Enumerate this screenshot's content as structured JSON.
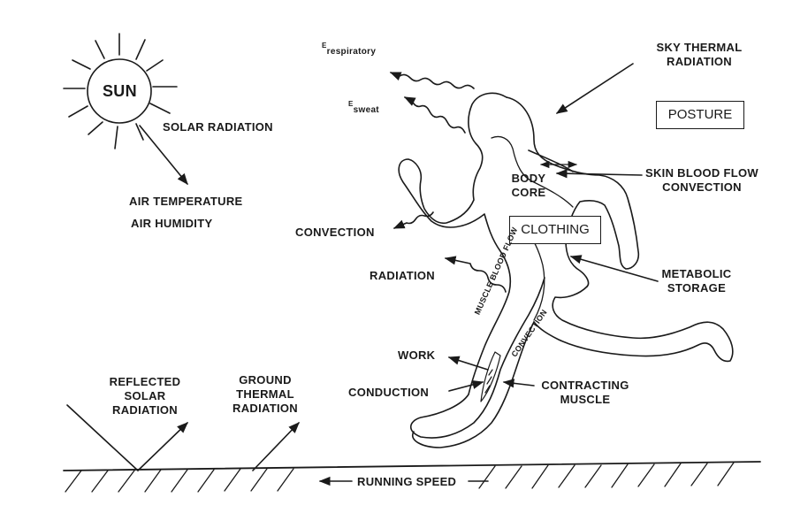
{
  "sun": {
    "label": "SUN"
  },
  "labels": {
    "solar_radiation": "SOLAR RADIATION",
    "air_temperature": "AIR TEMPERATURE",
    "air_humidity": "AIR HUMIDITY",
    "e_respiratory_main": "E",
    "e_respiratory_sub": "respiratory",
    "e_sweat_main": "E",
    "e_sweat_sub": "sweat",
    "sky_thermal_line1": "SKY THERMAL",
    "sky_thermal_line2": "RADIATION",
    "posture": "POSTURE",
    "body_core_line1": "BODY",
    "body_core_line2": "CORE",
    "skin_blood_flow_line1": "SKIN BLOOD FLOW",
    "skin_blood_flow_line2": "CONVECTION",
    "convection": "CONVECTION",
    "clothing": "CLOTHING",
    "metabolic_line1": "METABOLIC",
    "metabolic_line2": "STORAGE",
    "radiation": "RADIATION",
    "muscle_blood_flow": "MUSCLE BLOOD FLOW",
    "convection_leg": "CONVECTION",
    "work": "WORK",
    "conduction": "CONDUCTION",
    "contracting_line1": "CONTRACTING",
    "contracting_line2": "MUSCLE",
    "reflected_line1": "REFLECTED",
    "reflected_line2": "SOLAR",
    "reflected_line3": "RADIATION",
    "ground_line1": "GROUND",
    "ground_line2": "THERMAL",
    "ground_line3": "RADIATION",
    "running_speed": "RUNNING SPEED"
  }
}
